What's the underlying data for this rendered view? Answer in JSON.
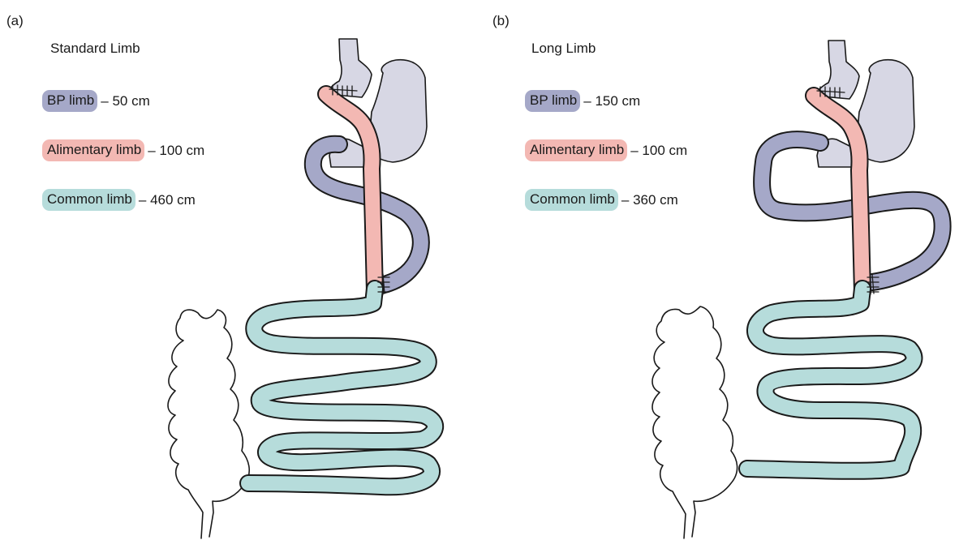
{
  "colors": {
    "bp_limb": "#a5a8c8",
    "alimentary_limb": "#f3b8b3",
    "common_limb": "#b6dcdb",
    "stomach": "#d7d7e4",
    "outline": "#1a1a1a"
  },
  "panels": [
    {
      "id": "a",
      "label": "(a)",
      "title": "Standard Limb",
      "legend": [
        {
          "key": "bp",
          "name": "BP limb",
          "sep": "–",
          "value": "50 cm"
        },
        {
          "key": "al",
          "name": "Alimentary limb",
          "sep": "–",
          "value": "100 cm"
        },
        {
          "key": "cm",
          "name": "Common limb",
          "sep": "–",
          "value": "460 cm"
        }
      ]
    },
    {
      "id": "b",
      "label": "(b)",
      "title": "Long Limb",
      "legend": [
        {
          "key": "bp",
          "name": "BP limb",
          "sep": "–",
          "value": "150 cm"
        },
        {
          "key": "al",
          "name": "Alimentary limb",
          "sep": "–",
          "value": "100 cm"
        },
        {
          "key": "cm",
          "name": "Common limb",
          "sep": "–",
          "value": "360 cm"
        }
      ]
    }
  ]
}
